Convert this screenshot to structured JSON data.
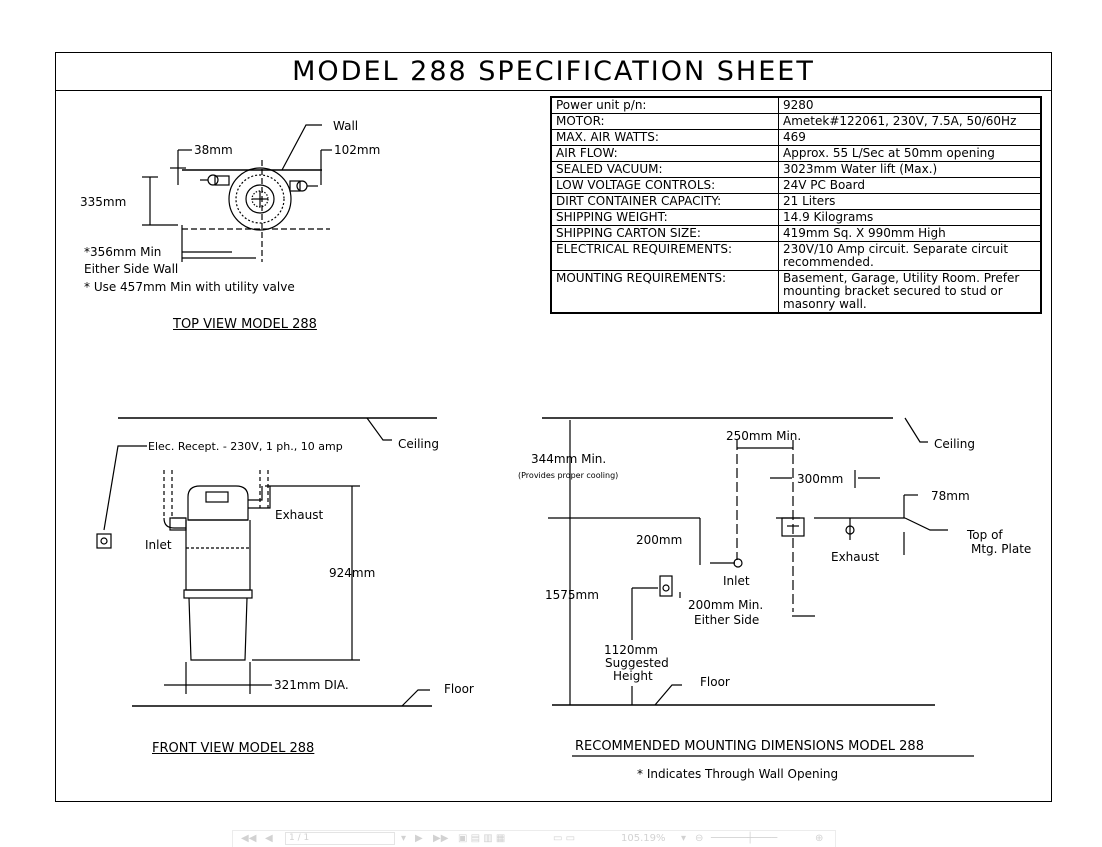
{
  "title": "MODEL 288 SPECIFICATION SHEET",
  "spec_table": [
    {
      "label": "Power unit p/n:",
      "value": "9280"
    },
    {
      "label": "MOTOR:",
      "value": "Ametek#122061, 230V, 7.5A, 50/60Hz"
    },
    {
      "label": "MAX. AIR WATTS:",
      "value": "469"
    },
    {
      "label": "AIR FLOW:",
      "value": "Approx. 55 L/Sec at 50mm opening"
    },
    {
      "label": "SEALED VACUUM:",
      "value": "3023mm Water lift (Max.)"
    },
    {
      "label": "LOW VOLTAGE CONTROLS:",
      "value": "24V PC Board"
    },
    {
      "label": "DIRT CONTAINER CAPACITY:",
      "value": "21 Liters"
    },
    {
      "label": "SHIPPING WEIGHT:",
      "value": "14.9 Kilograms"
    },
    {
      "label": "SHIPPING CARTON SIZE:",
      "value": "419mm Sq. X 990mm High"
    },
    {
      "label": "ELECTRICAL REQUIREMENTS:",
      "value": "230V/10 Amp circuit. Separate circuit recommended."
    },
    {
      "label": "MOUNTING REQUIREMENTS:",
      "value": "Basement, Garage, Utility Room. Prefer mounting bracket secured to stud or masonry wall."
    }
  ],
  "top_view": {
    "title": "TOP VIEW MODEL 288",
    "wall": "Wall",
    "dim_38": "38mm",
    "dim_102": "102mm",
    "dim_335": "335mm",
    "dim_356": "*356mm Min",
    "either_side": "Either Side Wall",
    "note": "* Use 457mm Min with utility valve"
  },
  "front_view": {
    "title": "FRONT VIEW MODEL 288",
    "ceiling": "Ceiling",
    "elec": "Elec. Recept. - 230V, 1 ph., 10 amp",
    "exhaust": "Exhaust",
    "inlet": "Inlet",
    "dim_924": "924mm",
    "dim_321": "321mm  DIA.",
    "floor": "Floor"
  },
  "mounting": {
    "title": "RECOMMENDED MOUNTING DIMENSIONS MODEL 288",
    "note": "* Indicates Through Wall Opening",
    "ceiling": "Ceiling",
    "dim_344": "344mm  Min.",
    "cooling": "(Provides proper cooling)",
    "dim_250": "250mm  Min.",
    "dim_300": "300mm",
    "dim_78": "78mm",
    "top_of": "Top of",
    "mtg_plate": "Mtg. Plate",
    "dim_200": "200mm",
    "inlet": "Inlet",
    "exhaust": "Exhaust",
    "dim_1575": "1575mm",
    "dim_200min": "200mm  Min.",
    "either_side": "Either Side",
    "dim_1120": "1120mm",
    "suggested": "Suggested",
    "height": "Height",
    "floor": "Floor"
  },
  "viewer": {
    "page": "1 / 1",
    "zoom": "105.19%"
  }
}
